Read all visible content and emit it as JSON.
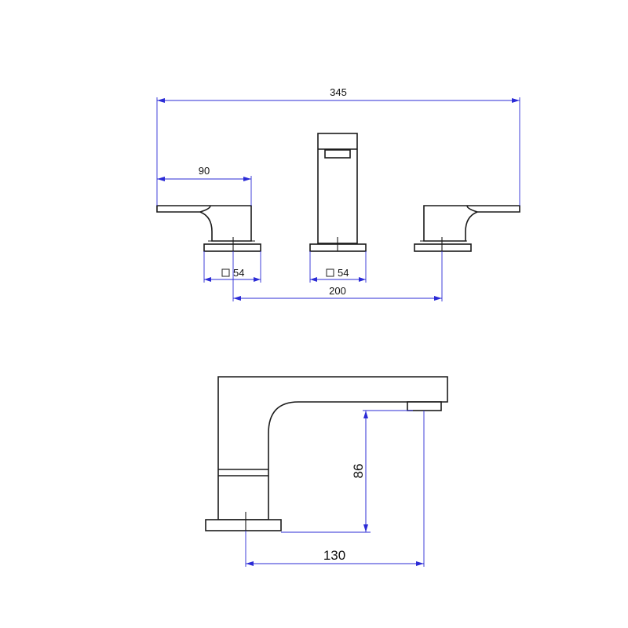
{
  "colors": {
    "outline": "#1a1a1a",
    "dimension": "#2b2bd6",
    "text": "#111111",
    "background": "#ffffff"
  },
  "dimensions": {
    "overall_width": "345",
    "handle_length": "90",
    "base_left": "54",
    "base_center": "54",
    "center_spacing": "200",
    "spout_height": "86",
    "spout_reach": "130"
  },
  "icons": {
    "square_symbol": "square-icon"
  }
}
